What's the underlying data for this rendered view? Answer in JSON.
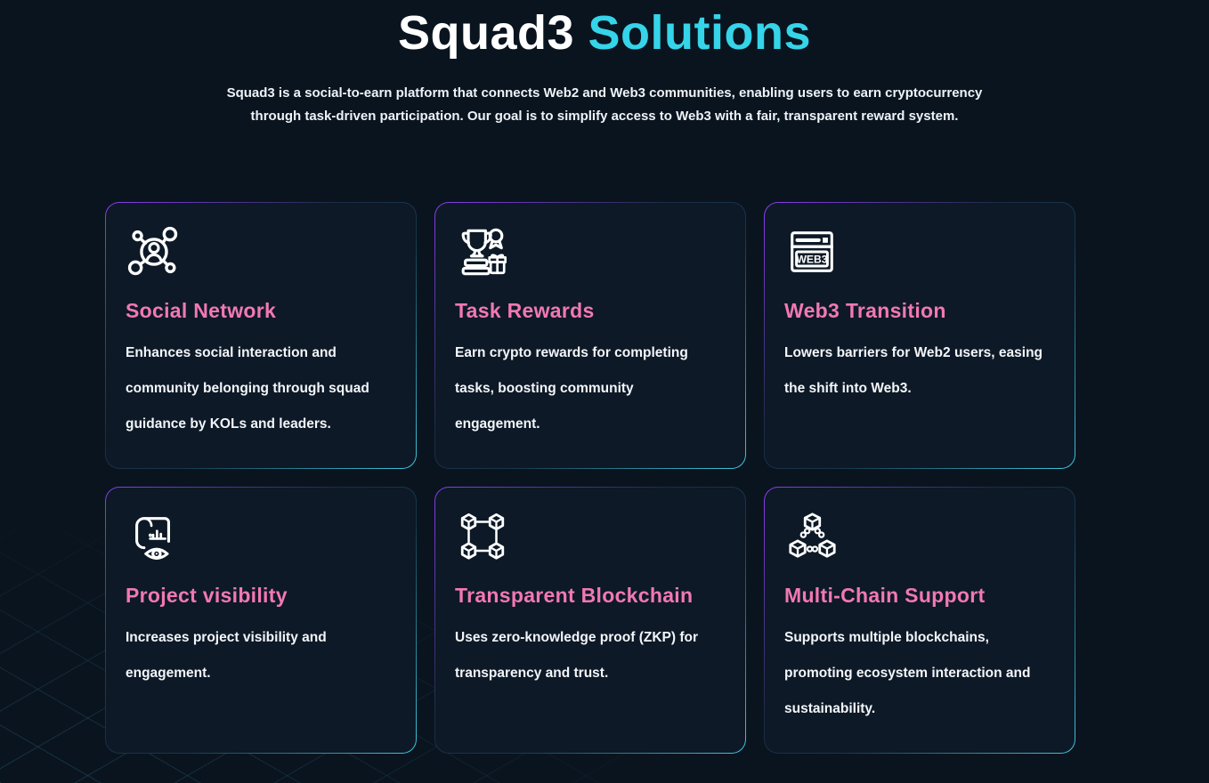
{
  "hero": {
    "title_primary": "Squad3",
    "title_accent": "Solutions",
    "subtitle": "Squad3 is a social-to-earn platform that connects Web2 and Web3 communities, enabling users to earn cryptocurrency through task-driven participation. Our goal is to simplify access to Web3 with a fair, transparent reward system."
  },
  "cards": [
    {
      "icon": "social-network-icon",
      "title": "Social Network",
      "body": "Enhances social interaction and community belonging through squad guidance by KOLs and leaders."
    },
    {
      "icon": "task-rewards-icon",
      "title": "Task Rewards",
      "body": "Earn crypto rewards for completing tasks, boosting community engagement."
    },
    {
      "icon": "web3-transition-icon",
      "title": "Web3 Transition",
      "body": "Lowers barriers for Web2 users, easing the shift into Web3."
    },
    {
      "icon": "project-visibility-icon",
      "title": "Project visibility",
      "body": "Increases project visibility and engagement."
    },
    {
      "icon": "transparent-blockchain-icon",
      "title": "Transparent Blockchain",
      "body": "Uses zero-knowledge proof (ZKP) for transparency and trust."
    },
    {
      "icon": "multi-chain-support-icon",
      "title": "Multi-Chain Support",
      "body": "Supports multiple blockchains, promoting ecosystem interaction and sustainability."
    }
  ],
  "icons": {
    "web3_label": "WEB3"
  },
  "colors": {
    "page_bg": "#0a141f",
    "card_bg": "#0d1927",
    "accent_cyan": "#35d4e9",
    "heading_pink": "#f278b5",
    "border_purple": "#8b3df0",
    "border_cyan": "#41c9e0",
    "grid_line": "#3ea8be"
  }
}
